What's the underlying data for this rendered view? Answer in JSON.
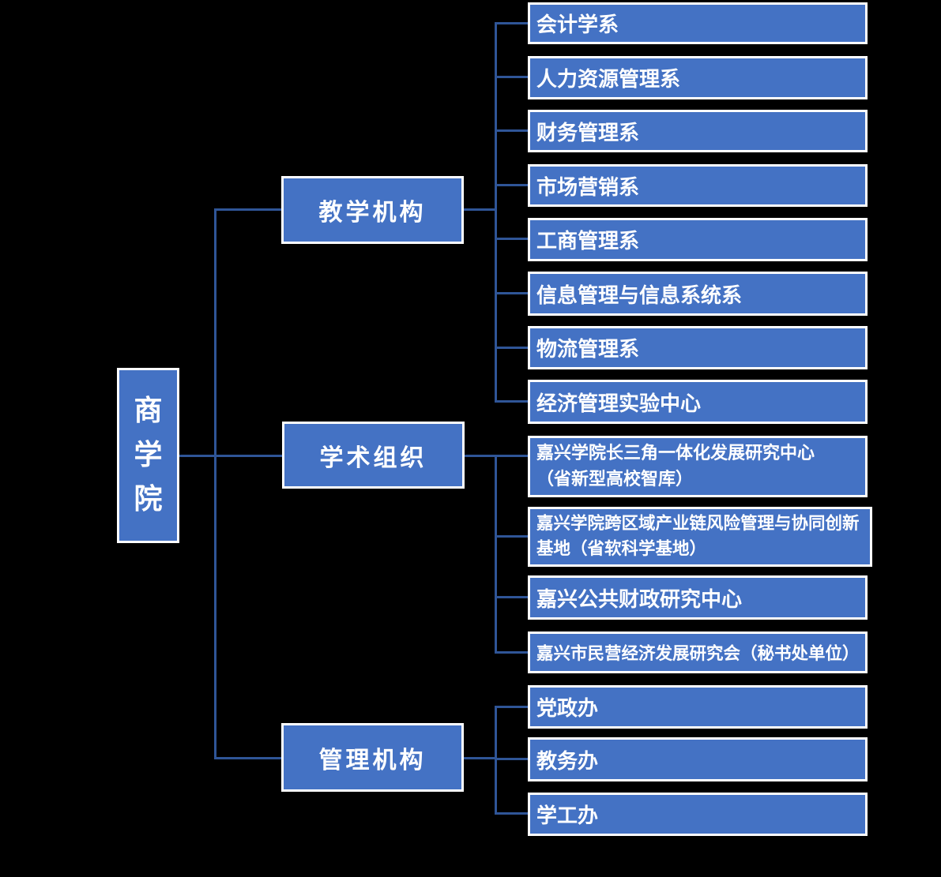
{
  "colors": {
    "background": "#000000",
    "node_fill": "#4472C4",
    "node_border": "#FFFFFF",
    "connector": "#2F5597",
    "text": "#FFFFFF"
  },
  "root": {
    "label": "商学院"
  },
  "groups": [
    {
      "label": "教学机构",
      "children": [
        "会计学系",
        "人力资源管理系",
        "财务管理系",
        "市场营销系",
        "工商管理系",
        "信息管理与信息系统系",
        "物流管理系",
        "经济管理实验中心"
      ]
    },
    {
      "label": "学术组织",
      "children": [
        "嘉兴学院长三角一体化发展研究中心（省新型高校智库）",
        "嘉兴学院跨区域产业链风险管理与协同创新基地（省软科学基地）",
        "嘉兴公共财政研究中心",
        "嘉兴市民营经济发展研究会（秘书处单位）"
      ]
    },
    {
      "label": "管理机构",
      "children": [
        "党政办",
        "教务办",
        "学工办"
      ]
    }
  ]
}
